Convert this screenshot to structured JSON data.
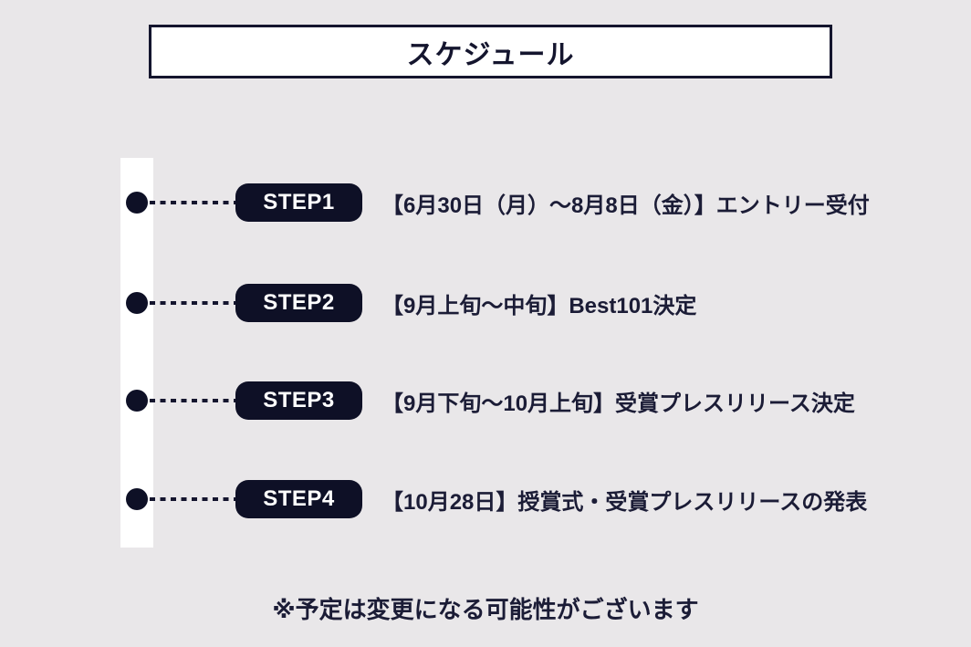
{
  "theme": {
    "background_color": "#e9e7e9",
    "accent_color": "#0e1026",
    "track_color": "#ffffff",
    "text_color": "#1b1c36"
  },
  "title": "スケジュール",
  "steps": [
    {
      "label": "STEP1",
      "text": "【6月30日（月）〜8月8日（金）】エントリー受付"
    },
    {
      "label": "STEP2",
      "text": "【9月上旬〜中旬】Best101決定"
    },
    {
      "label": "STEP3",
      "text": "【9月下旬〜10月上旬】受賞プレスリリース決定"
    },
    {
      "label": "STEP4",
      "text": "【10月28日】授賞式・受賞プレスリリースの発表"
    }
  ],
  "note": "※予定は変更になる可能性がございます"
}
